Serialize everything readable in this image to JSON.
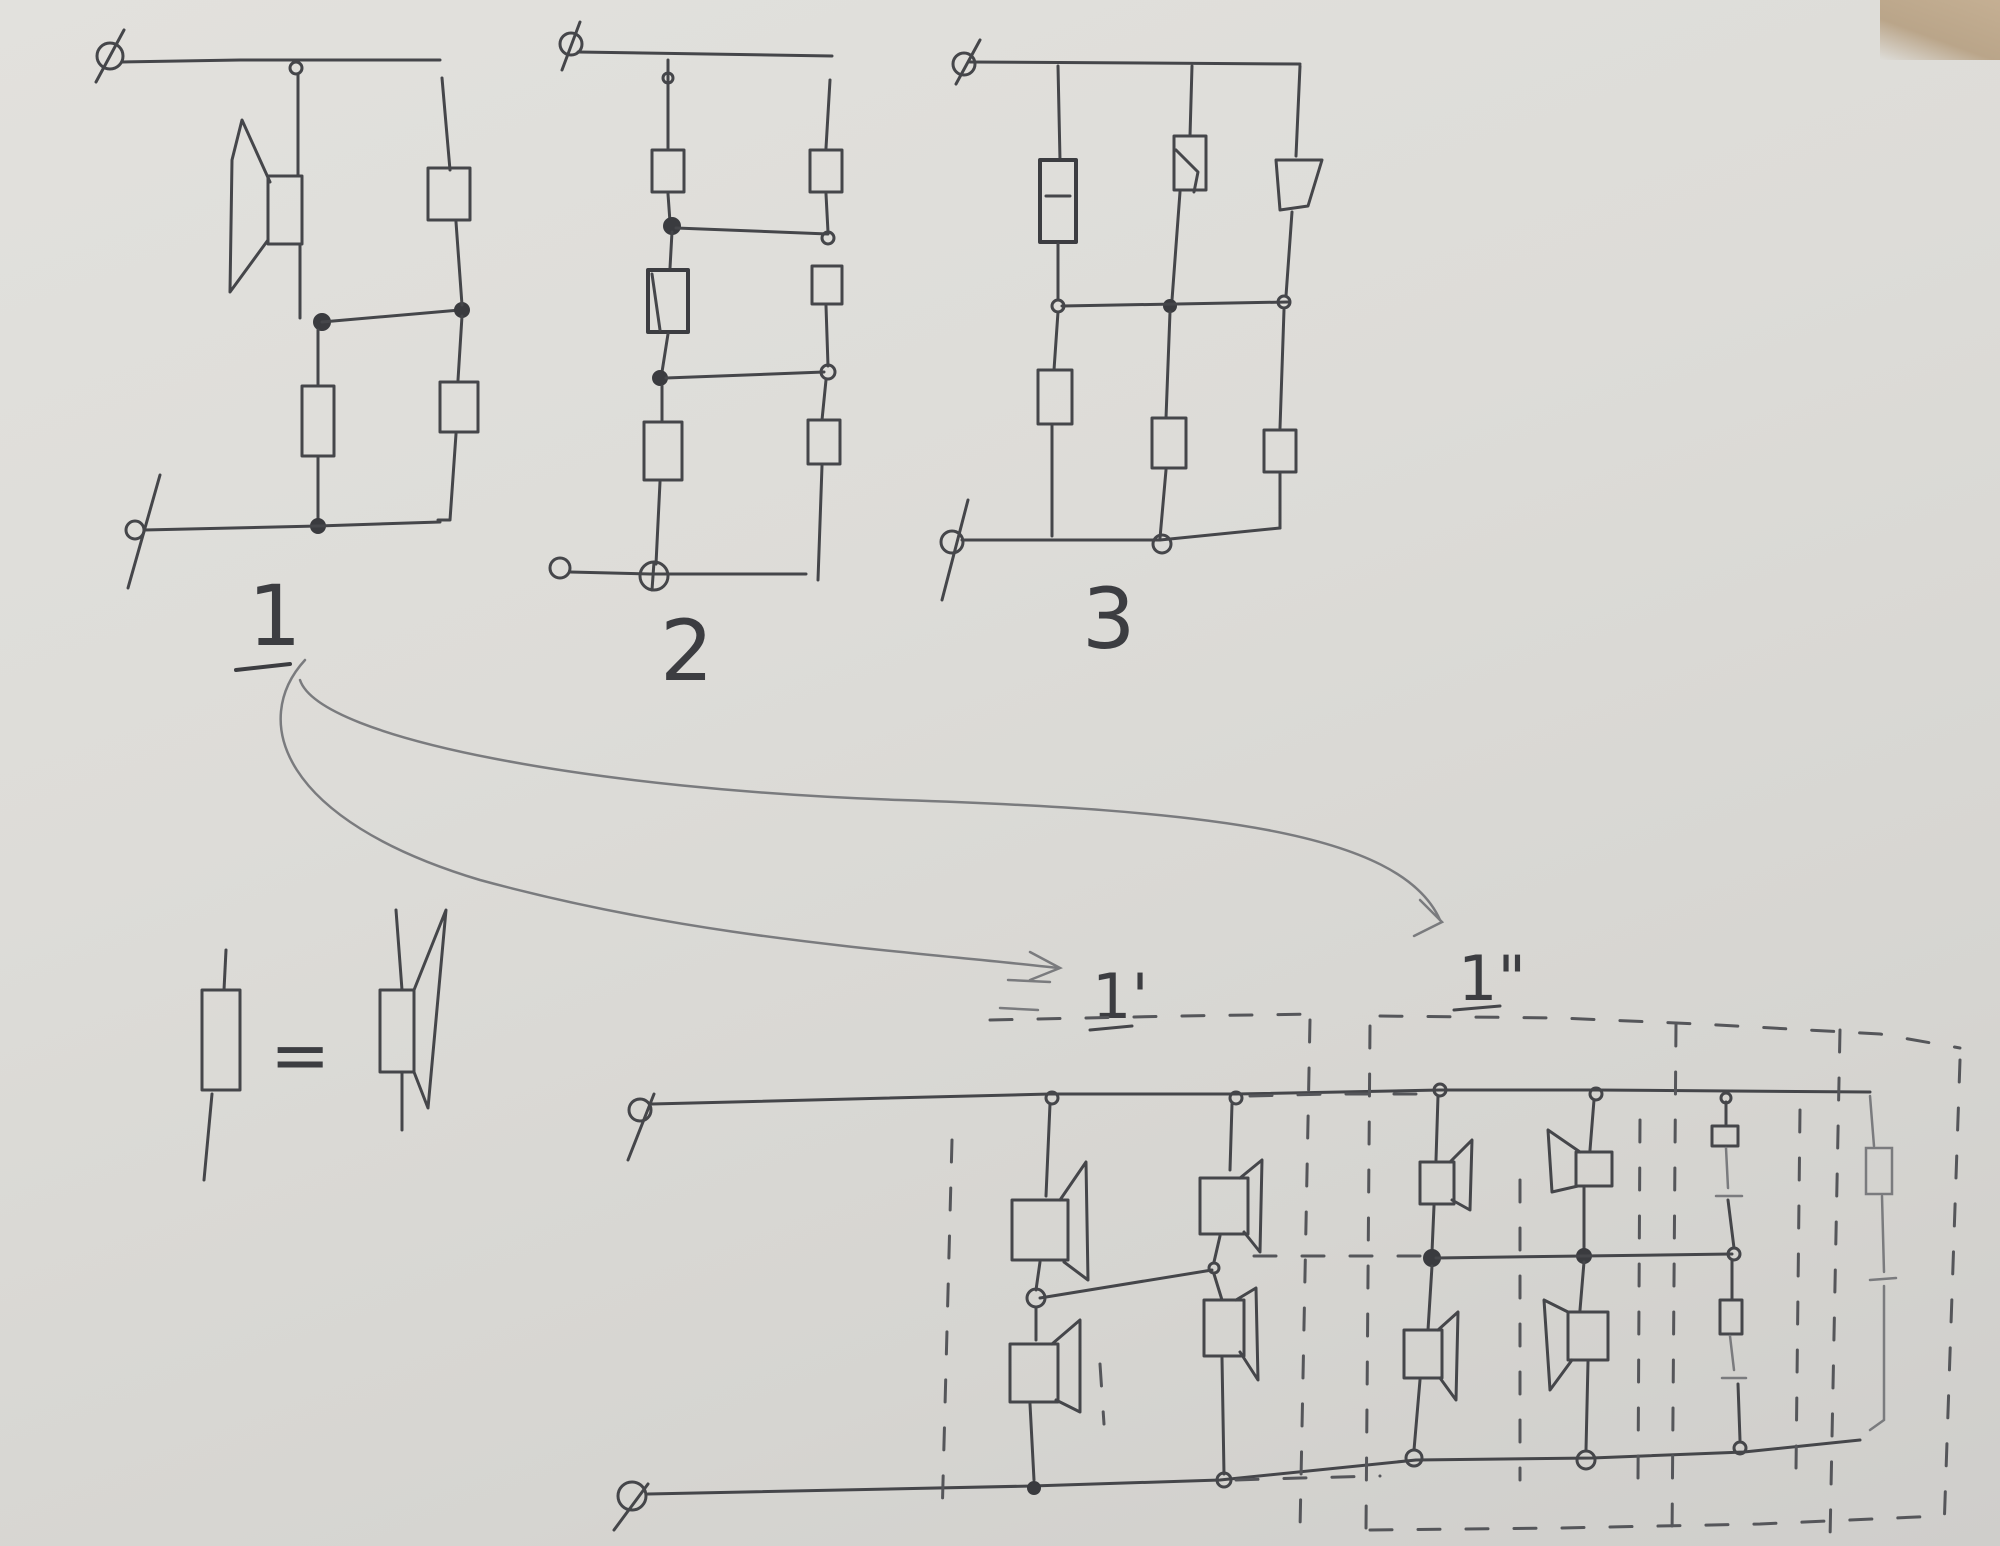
{
  "diagram": {
    "labels": {
      "circuit_1": "1",
      "circuit_2": "2",
      "circuit_3": "3",
      "variant_1_prime": "1'",
      "variant_1_double_prime": "1\"",
      "legend_equals": "="
    }
  }
}
